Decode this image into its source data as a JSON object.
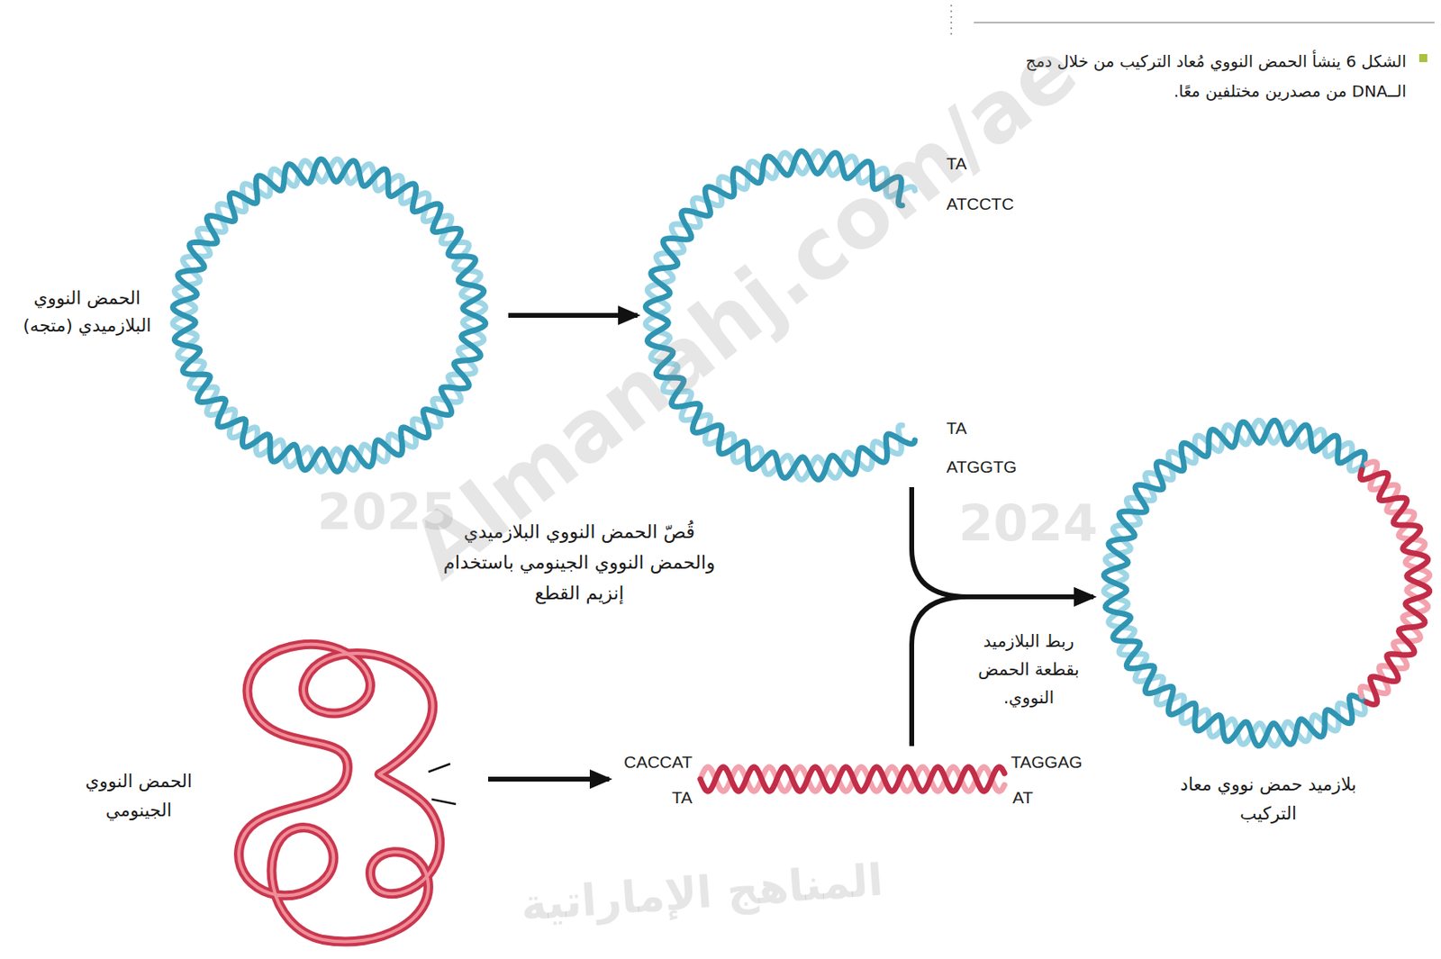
{
  "diagram": {
    "caption": "الشكل 6 ينشأ الحمض النووي مُعاد التركيب من خلال دمج الــDNA من مصدرين مختلفين معًا.",
    "nodes": [
      {
        "text": [
          "الحمض النووي البلازميدي (متجه)"
        ]
      },
      {
        "text": [
          "TA",
          "ATCCTC",
          "TA",
          "ATGGTG"
        ]
      },
      {
        "text": [
          "الحمض النووي الجينومي"
        ]
      },
      {
        "text": [
          "CACCAT",
          "TA",
          "TAGGAG",
          "AT"
        ]
      },
      {
        "text": [
          "بلازميد حمض نووي معاد التركيب"
        ]
      }
    ],
    "edges": [
      {
        "from": 0,
        "to": 1,
        "arrow": "to"
      },
      {
        "from": 2,
        "to": 3,
        "arrow": "to"
      },
      {
        "from": 1,
        "to": 4,
        "arrow": "to",
        "label": "ربط البلازميد بقطعة الحمض النووي."
      },
      {
        "from": 3,
        "to": 4,
        "arrow": "to"
      }
    ],
    "labels": [
      "قُصّ الحمض النووي البلازميدي والحمض النووي الجينومي باستخدام إنزيم القطع",
      "Almanahj.com/ae",
      "2025",
      "2024",
      "المناهج الإماراتية"
    ]
  }
}
